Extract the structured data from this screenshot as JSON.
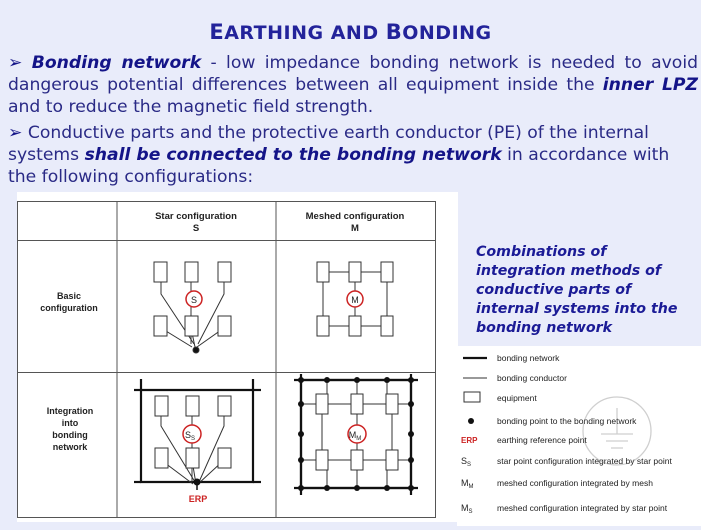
{
  "title": {
    "first_initial": "E",
    "first_rest": "ARTHING AND ",
    "second_initial": "B",
    "second_rest": "ONDING"
  },
  "bullet_char": "➢",
  "para1": {
    "term": "Bonding network",
    "text_a": " - low impedance bonding network is needed to avoid dangerous potential differences between all equipment inside the ",
    "emph": "inner LPZ",
    "text_b": " and to reduce the magnetic field strength."
  },
  "para2": {
    "text_a": "Conductive parts and the protective earth conductor (PE) of the internal systems ",
    "emph": "shall be connected to the bonding network",
    "text_b": " in accordance with the following configurations:"
  },
  "table": {
    "col1_title": "Star configuration",
    "col1_code": "S",
    "col2_title": "Meshed configuration",
    "col2_code": "M",
    "row1_line1": "Basic",
    "row1_line2": "configuration",
    "row2_line1": "Integration",
    "row2_line2": "into",
    "row2_line3": "bonding",
    "row2_line4": "network",
    "label_s": "S",
    "label_m": "M",
    "label_ss_main": "S",
    "label_ss_sub": "S",
    "label_mm_main": "M",
    "label_mm_sub": "M",
    "erp": "ERP"
  },
  "caption": "Combinations of integration methods of conductive parts of internal systems into the bonding network",
  "legend": {
    "bonding_network": "bonding network",
    "bonding_conductor": "bonding conductor",
    "equipment": "equipment",
    "bonding_point": "bonding point to the bonding network",
    "erp_key": "ERP",
    "erp_text": "earthing reference point",
    "ss_main": "S",
    "ss_sub": "S",
    "ss_text": "star point configuration integrated by star point",
    "mm_main": "M",
    "mm_sub": "M",
    "mm_text": "meshed configuration integrated by mesh",
    "ms_main": "M",
    "ms_sub": "S",
    "ms_text": "meshed configuration integrated by star point"
  },
  "colors": {
    "background": "#e9ecfa",
    "heading": "#23239a",
    "text": "#2a2a86",
    "emphasis": "#141488",
    "accent_red": "#cc2222"
  }
}
